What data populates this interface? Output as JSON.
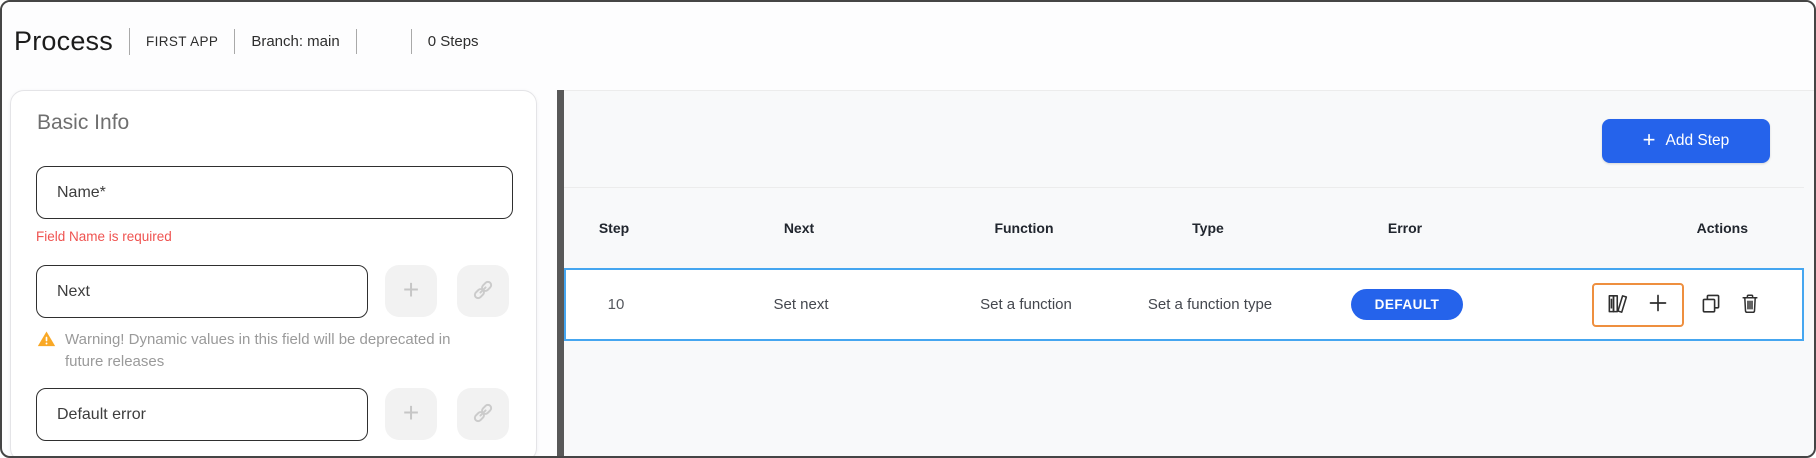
{
  "header": {
    "title": "Process",
    "app_name": "FIRST APP",
    "branch": "Branch: main",
    "steps_count": "0 Steps"
  },
  "basic_info": {
    "heading": "Basic Info",
    "name_field": {
      "placeholder": "Name*",
      "error": "Field Name is required"
    },
    "next_field": {
      "placeholder": "Next",
      "warning": "Warning! Dynamic values in this field will be deprecated in future releases"
    },
    "default_error_field": {
      "placeholder": "Default error"
    }
  },
  "toolbar": {
    "add_step_label": "Add Step",
    "add_step_icon": "plus"
  },
  "table": {
    "columns": [
      "Step",
      "Next",
      "Function",
      "Type",
      "Error",
      "Actions"
    ],
    "rows": [
      {
        "step": "10",
        "next": "Set next",
        "function": "Set a function",
        "type": "Set a function type",
        "error_badge": "DEFAULT",
        "actions": [
          "library-books",
          "add",
          "copy",
          "delete"
        ]
      }
    ]
  },
  "icons": {
    "field_buttons": [
      "plus",
      "link-chain"
    ],
    "warning": "warning-triangle"
  },
  "colors": {
    "primary_blue": "#2563eb",
    "selected_row_border": "#45a6f0",
    "highlight_orange": "#ee8f3f",
    "warning_amber": "#f9a825",
    "error_red": "#ef5350",
    "divider_gray": "#585858"
  }
}
